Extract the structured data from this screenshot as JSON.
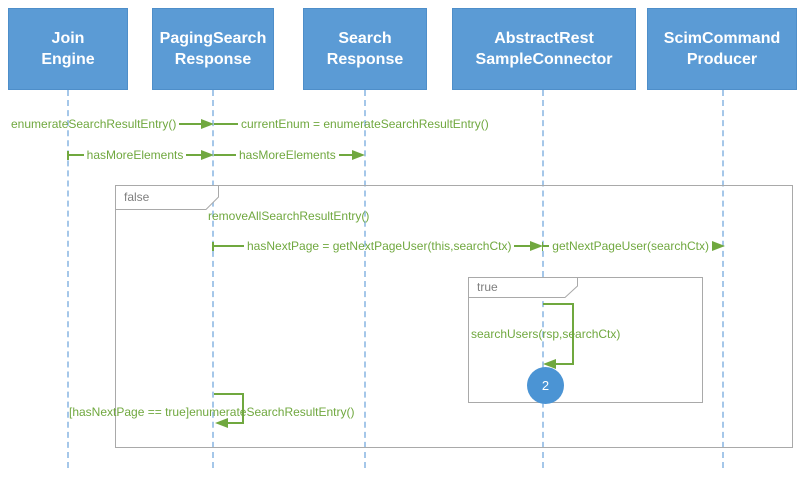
{
  "colors": {
    "header_blue": "#5b9bd5",
    "message_green": "#70a83f",
    "lifeline_blue": "#a5c7e9",
    "frame_border": "#a9a9a9",
    "frame_label_gray": "#7f7f7f",
    "badge_blue": "#4b94d4"
  },
  "actors": [
    {
      "line1": "Join",
      "line2": "Engine"
    },
    {
      "line1": "PagingSearch",
      "line2": "Response"
    },
    {
      "line1": "Search",
      "line2": "Response"
    },
    {
      "line1": "AbstractRest",
      "line2": "SampleConnector"
    },
    {
      "line1": "ScimCommand",
      "line2": "Producer"
    }
  ],
  "messages": {
    "enumerate_call": "enumerateSearchResultEntry()",
    "current_enum": "currentEnum = enumerateSearchResultEntry()",
    "has_more_1": "hasMoreElements",
    "has_more_2": "hasMoreElements",
    "remove_all": "removeAllSearchResultEntry()",
    "has_next_page": "hasNextPage = getNextPageUser(this,searchCtx)",
    "get_next_page": "getNextPageUser(searchCtx)",
    "search_users": "searchUsers(rsp,searchCtx)",
    "loop_back": "[hasNextPage == true]enumerateSearchResultEntry()"
  },
  "frames": {
    "outer_label": "false",
    "inner_label": "true"
  },
  "badge": {
    "value": "2"
  }
}
